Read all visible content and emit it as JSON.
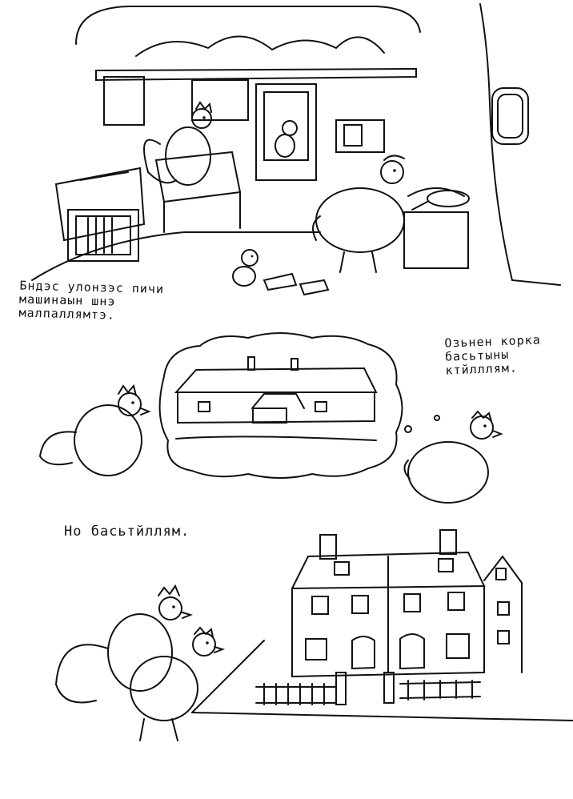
{
  "captions": {
    "panel1": "Бндэс улонзэс пичи\nмашинаын шнэ\nмалпаллямтэ.",
    "panel2": "Озьнен корка\nбасьтыны\nктйлллям.",
    "panel3": "Но басьтйллям."
  },
  "illustration": {
    "style": "black ink pen sketch on white",
    "colors": {
      "ink": "#111111",
      "paper": "#ffffff"
    }
  }
}
